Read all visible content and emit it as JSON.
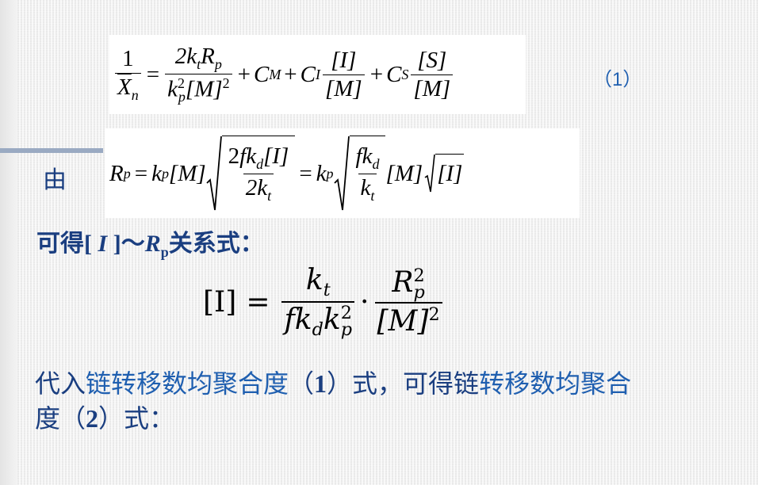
{
  "eq1": {
    "lhs_num": "1",
    "lhs_den_base": "X",
    "lhs_den_sub": "n",
    "eq": "=",
    "t1_num": "2k",
    "t1_num_sub1": "t",
    "t1_num_b": "R",
    "t1_num_sub2": "p",
    "t1_den_k": "k",
    "t1_den_sup": "2",
    "t1_den_sub": "p",
    "t1_den_m": "[M]",
    "t1_den_m_sup": "2",
    "plus": "+",
    "cm": "C",
    "cm_sub": "M",
    "ci": "C",
    "ci_sub": "I",
    "ci_num": "[I]",
    "ci_den": "[M]",
    "cs": "C",
    "cs_sub": "S",
    "cs_num": "[S]",
    "cs_den": "[M]"
  },
  "eq1_number": "（1）",
  "eq2_prefix": "由",
  "eq2": {
    "r": "R",
    "r_sub": "p",
    "eq": "=",
    "k": "k",
    "k_sub": "p",
    "m": "[M]",
    "s1_num_a": "2",
    "s1_num_f": "fk",
    "s1_num_sub": "d",
    "s1_num_i": "[I]",
    "s1_den": "2k",
    "s1_den_sub": "t",
    "s2_num": "fk",
    "s2_num_sub": "d",
    "s2_den": "k",
    "s2_den_sub": "t",
    "sqrt_i": "[I]"
  },
  "relation": {
    "pre": "可得",
    "bracket_l": "[",
    "i": " I ",
    "bracket_r": "]",
    "tilde": "～",
    "r": "R",
    "p": "p",
    "post": "关系式："
  },
  "eq3": {
    "lhs": "[I]",
    "eq": "=",
    "num1": "k",
    "num1_sub": "t",
    "den1": "fk",
    "den1_sub": "d",
    "den1_k": "k",
    "den1_sup": "2",
    "den1_ksub": "p",
    "dot": "·",
    "num2": "R",
    "num2_sup": "2",
    "num2_sub": "p",
    "den2": "[M]",
    "den2_sup": "2"
  },
  "paragraph": {
    "p1": "代入",
    "p2": "链转移数均聚合度",
    "p3": "（",
    "p4": "1",
    "p5": "）式，可得链",
    "p6": "转移数均聚合",
    "p7": "度（",
    "p8": "2",
    "p9": "）式："
  }
}
